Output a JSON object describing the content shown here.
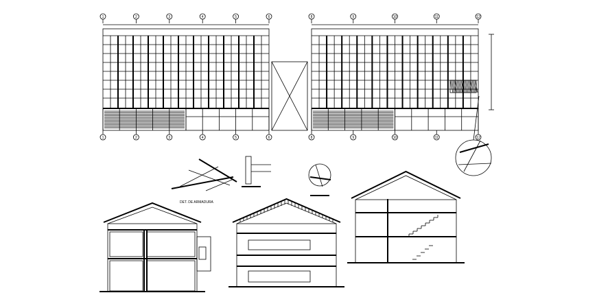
{
  "drawing": {
    "left_plan_axes": [
      "1",
      "2",
      "3",
      "4",
      "5",
      "6"
    ],
    "right_plan_axes": [
      "8",
      "9",
      "10",
      "11",
      "12"
    ],
    "truss_detail_caption": "DET. DE ARMADURA",
    "line_color": "#000000",
    "background": "#ffffff"
  }
}
